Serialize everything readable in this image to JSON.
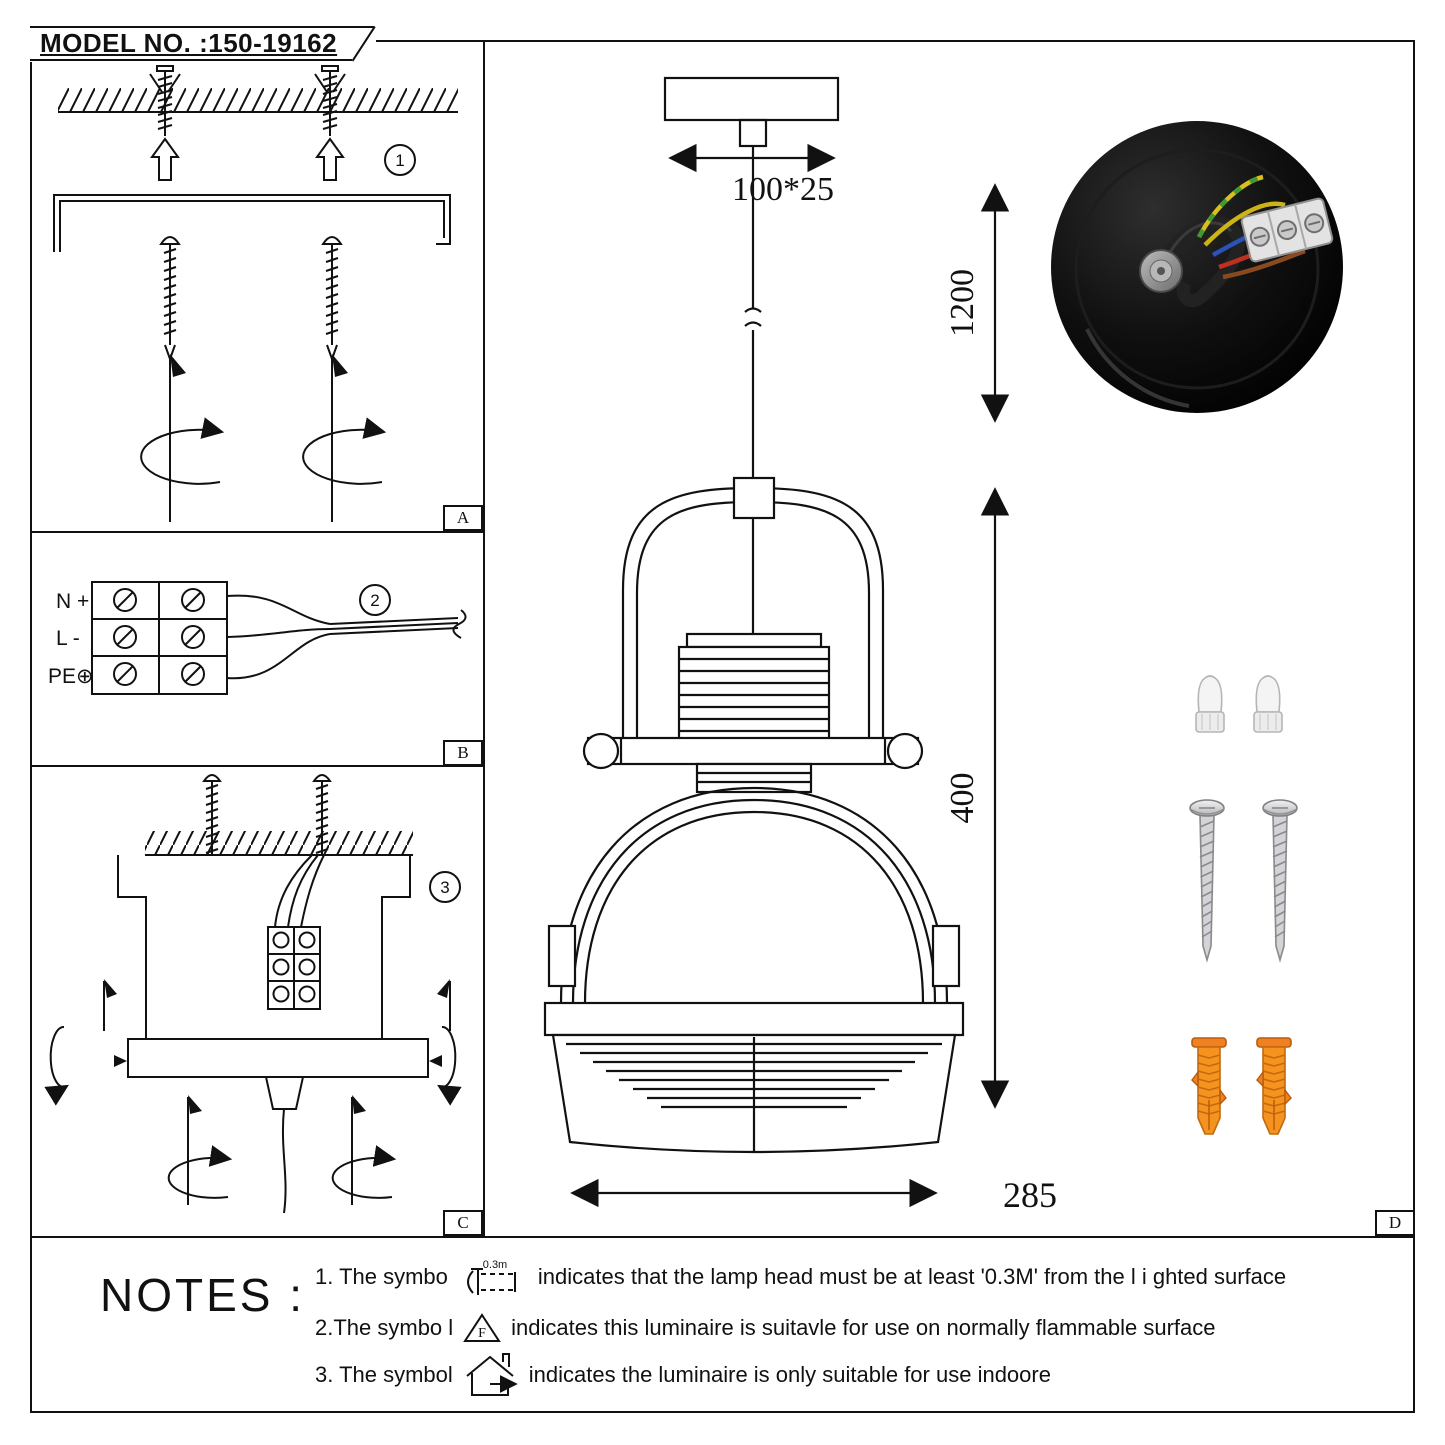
{
  "header": {
    "model_no": "MODEL NO. :150-19162"
  },
  "panel_labels": {
    "a": "A",
    "b": "B",
    "c": "C",
    "d": "D"
  },
  "steps": {
    "one": "1",
    "two": "2",
    "three": "3"
  },
  "wiring_terminals": {
    "neutral": "N +",
    "live": "L -",
    "earth": "PE⊕"
  },
  "dimensions": {
    "canopy_plate": "100*25",
    "suspension": "1200",
    "body_height": "400",
    "shade_width": "285"
  },
  "notes": {
    "title": "NOTES :",
    "items": [
      {
        "prefix": "1. The symbo",
        "icon_label": "0.3m",
        "text": "indicates that the lamp head must be at least '0.3M' from the l i ghted surface"
      },
      {
        "prefix": "2.The symbo l",
        "icon_label": "F",
        "text": "indicates this luminaire is suitavle for use on normally flammable surface"
      },
      {
        "prefix": "3. The symbol",
        "icon_label": "",
        "text": "indicates the luminaire is only suitable for use indoore"
      }
    ]
  }
}
